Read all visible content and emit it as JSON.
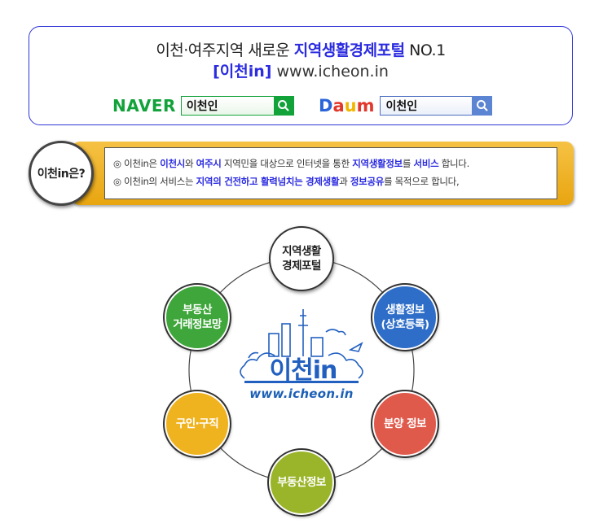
{
  "header": {
    "line1_prefix": "이천·여주지역 새로운 ",
    "line1_highlight": "지역생활경제포털",
    "line1_suffix": " NO.1",
    "brand": "[이천in]",
    "url": " www.icheon.in"
  },
  "search": {
    "naver": {
      "logo": "NAVER",
      "value": "이천인",
      "color": "#12a23a"
    },
    "daum": {
      "logo_parts": [
        "D",
        "a",
        "u",
        "m"
      ],
      "value": "이천인",
      "color": "#5b84d2"
    }
  },
  "intro": {
    "badge": "이천in은?",
    "line1": {
      "bullet": "◎ ",
      "t1": "이천in은 ",
      "b1": "이천시",
      "t2": "와 ",
      "b2": "여주시",
      "t3": " 지역민을 대상으로 인터넷을 통한 ",
      "b3": "지역생활정보",
      "t4": "를 ",
      "b4": "서비스",
      "t5": " 합니다."
    },
    "line2": {
      "bullet": "◎ ",
      "t1": "이천in의 서비스는 ",
      "b1": "지역의 건전하고 활력넘치는 경제생활",
      "t2": "과 ",
      "b2": "정보공유",
      "t3": "를 목적으로 합니다,"
    }
  },
  "diagram": {
    "nodes": {
      "top": "지역생활\n경제포털",
      "blue": "생활정보\n(상호등록)",
      "red": "분양 정보",
      "olive": "부동산정보",
      "yellow": "구인·구직",
      "green": "부동산\n거래정보망"
    },
    "center_brand": "이천in",
    "center_url": "www.icheon.in",
    "colors": {
      "blue": "#2f6ec8",
      "red": "#e05a4c",
      "olive": "#9ab52a",
      "yellow": "#f0b320",
      "green": "#3ea63a",
      "brand": "#2260c0"
    }
  }
}
